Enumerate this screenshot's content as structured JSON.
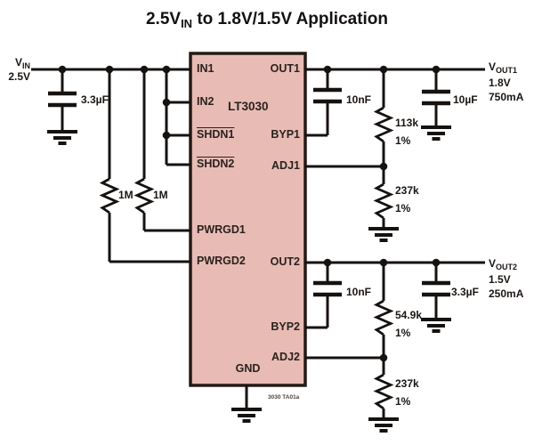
{
  "title": {
    "pre": "2.5V",
    "sub": "IN",
    "post": " to 1.8V/1.5V Application"
  },
  "input": {
    "v": "V",
    "v_sub": "IN",
    "voltage": "2.5V"
  },
  "ic": {
    "name": "LT3030",
    "note": "3030 TA01a",
    "pins": {
      "in1": "IN1",
      "in2": "IN2",
      "shdn1": "SHDN1",
      "shdn2": "SHDN2",
      "pwrgd1": "PWRGD1",
      "pwrgd2": "PWRGD2",
      "out1": "OUT1",
      "byp1": "BYP1",
      "adj1": "ADJ1",
      "out2": "OUT2",
      "byp2": "BYP2",
      "adj2": "ADJ2",
      "gnd": "GND"
    }
  },
  "components": {
    "cin": "3.3µF",
    "r_pull1": "1M",
    "r_pull2": "1M",
    "byp1_cap": "10nF",
    "r_top1": "113k",
    "r_top1_tol": "1%",
    "r_bot1": "237k",
    "r_bot1_tol": "1%",
    "cout1": "10µF",
    "byp2_cap": "10nF",
    "r_top2": "54.9k",
    "r_top2_tol": "1%",
    "r_bot2": "237k",
    "r_bot2_tol": "1%",
    "cout2": "3.3µF"
  },
  "out1": {
    "v": "V",
    "v_sub": "OUT1",
    "voltage": "1.8V",
    "current": "750mA"
  },
  "out2": {
    "v": "V",
    "v_sub": "OUT2",
    "voltage": "1.5V",
    "current": "250mA"
  },
  "colors": {
    "ic_fill": "#e8bcb5",
    "ic_border": "#241a15",
    "wire": "#151210"
  }
}
